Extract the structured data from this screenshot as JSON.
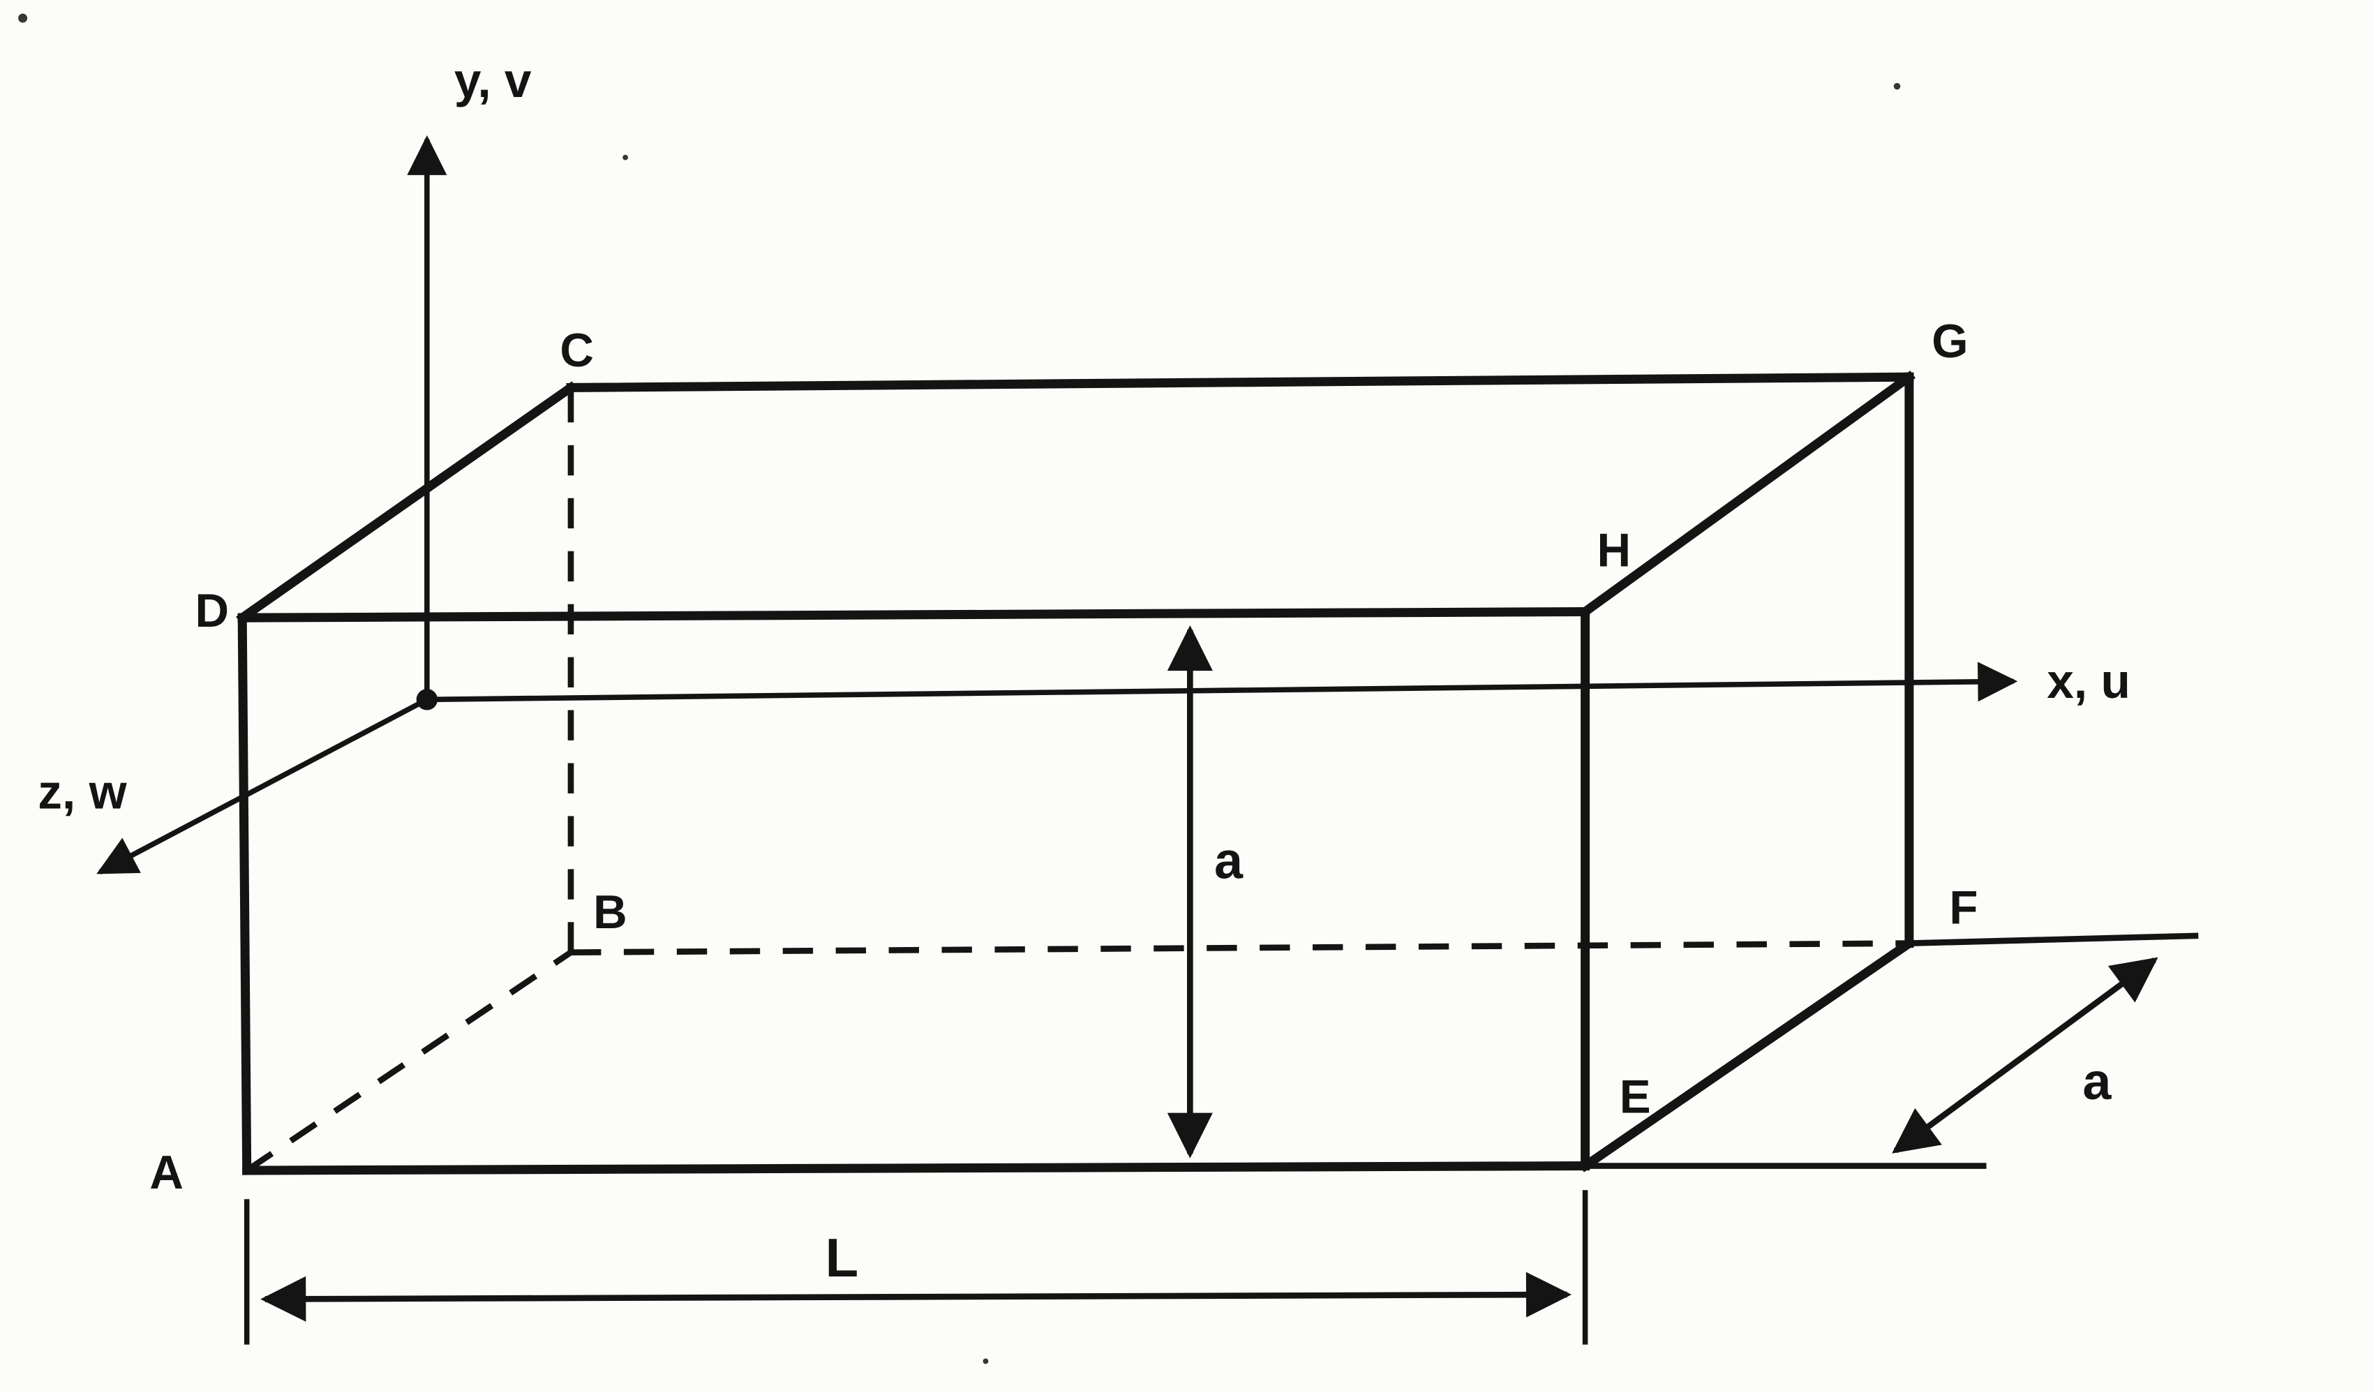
{
  "figure": {
    "colors": {
      "ink": "#141414",
      "paper": "#fcfcf9"
    },
    "vertex_labels": {
      "A": "A",
      "B": "B",
      "C": "C",
      "D": "D",
      "E": "E",
      "F": "F",
      "G": "G",
      "H": "H"
    },
    "axis_labels": {
      "x": "x, u",
      "y": "y, v",
      "z": "z, w"
    },
    "dimension_labels": {
      "length": "L",
      "height": "a",
      "depth": "a"
    }
  }
}
